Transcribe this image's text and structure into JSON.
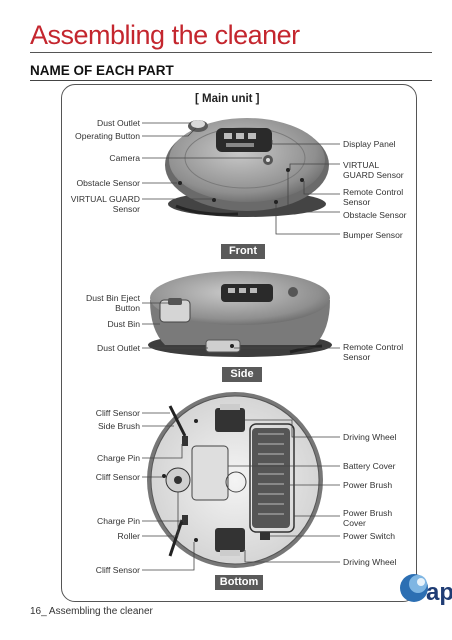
{
  "title": "Assembling the cleaner",
  "section": "NAME OF EACH PART",
  "main_unit": "[ Main unit ]",
  "tags": {
    "front": "Front",
    "side": "Side",
    "bottom": "Bottom"
  },
  "front_left": {
    "dust_outlet": "Dust Outlet",
    "operating_button": "Operating Button",
    "camera": "Camera",
    "obstacle_sensor": "Obstacle Sensor",
    "virtual_guard_sensor_1": "VIRTUAL GUARD",
    "virtual_guard_sensor_2": "Sensor"
  },
  "front_right": {
    "display_panel": "Display Panel",
    "virtual_guard_sensor_1": "VIRTUAL",
    "virtual_guard_sensor_2": "GUARD Sensor",
    "remote_control_sensor_1": "Remote Control",
    "remote_control_sensor_2": "Sensor",
    "obstacle_sensor": "Obstacle Sensor",
    "bumper_sensor": "Bumper Sensor"
  },
  "side_left": {
    "dust_bin_eject_1": "Dust Bin Eject",
    "dust_bin_eject_2": "Button",
    "dust_bin": "Dust Bin",
    "dust_outlet": "Dust Outlet"
  },
  "side_right": {
    "remote_control_sensor_1": "Remote Control",
    "remote_control_sensor_2": "Sensor"
  },
  "bottom_left": {
    "cliff_sensor_top": "Cliff Sensor",
    "side_brush": "Side Brush",
    "charge_pin_top": "Charge Pin",
    "cliff_sensor_mid": "Cliff Sensor",
    "charge_pin_bottom": "Charge Pin",
    "roller": "Roller",
    "cliff_sensor_bottom": "Cliff Sensor"
  },
  "bottom_right": {
    "driving_wheel_top": "Driving Wheel",
    "battery_cover": "Battery Cover",
    "power_brush": "Power Brush",
    "power_brush_cover_1": "Power Brush",
    "power_brush_cover_2": "Cover",
    "power_switch": "Power Switch",
    "driving_wheel_bottom": "Driving Wheel"
  },
  "footer": "16_ Assembling the cleaner",
  "brand": "ap",
  "colors": {
    "title": "#c4262e",
    "tag_bg": "#5a5a5a",
    "brand": "#1f3c74"
  }
}
